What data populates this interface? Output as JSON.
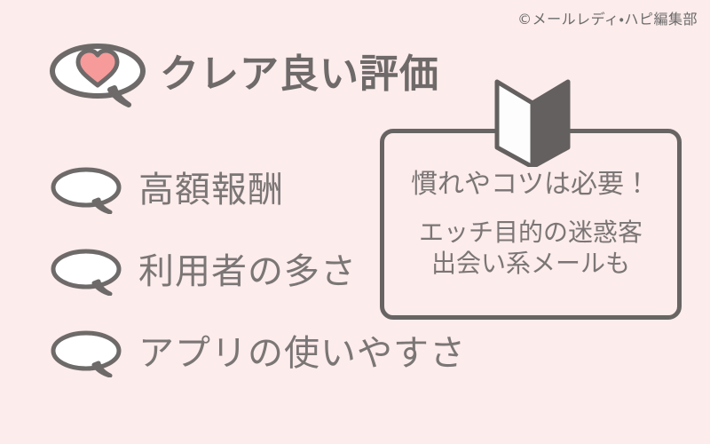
{
  "page": {
    "background_color": "#fceceb",
    "ink_color": "#686464",
    "text_color": "#7b7676",
    "heading_color": "#6f6a6a",
    "heart_color": "#f79a9a",
    "bubble_fill": "#ffffff"
  },
  "copyright": {
    "text": "©メールレディ・ハピ編集部"
  },
  "headline": {
    "icon": "speech-bubble-heart-icon",
    "text": "クレア良い評価"
  },
  "bullets": [
    {
      "icon": "speech-bubble-icon",
      "label": "高額報酬"
    },
    {
      "icon": "speech-bubble-icon",
      "label": "利用者の多さ"
    },
    {
      "icon": "speech-bubble-icon",
      "label": "アプリの使いやすさ"
    }
  ],
  "callout": {
    "icon": "open-book-icon",
    "line1": "慣れやコツは必要！",
    "line2": "エッチ目的の迷惑客",
    "line3": "出会い系メールも"
  }
}
